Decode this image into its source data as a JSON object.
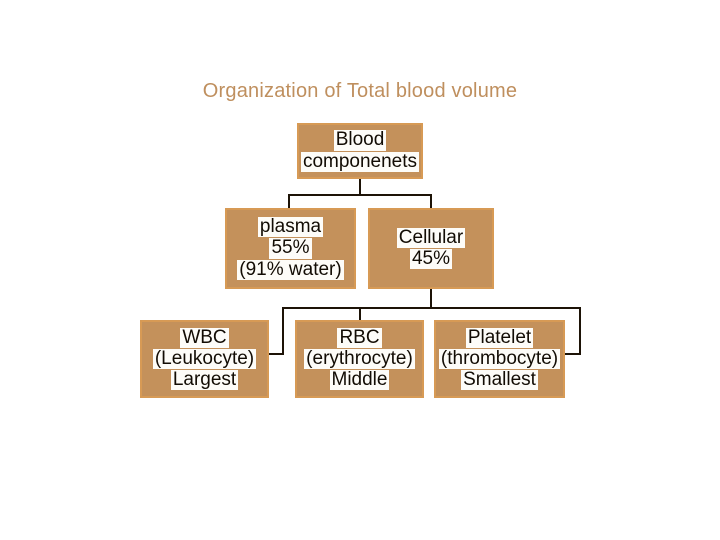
{
  "slide": {
    "title": "Organization of Total blood volume",
    "title_color": "#bf8f5e",
    "background_color": "#ffffff",
    "node_fill_color": "#c4915b",
    "node_border_color": "#d79a55",
    "connector_color": "#1d1307",
    "text_highlight_color": "#fdfcf8",
    "text_color": "#120c04"
  },
  "diagram": {
    "type": "hierarchy-tree",
    "levels": 3,
    "nodes": {
      "root": {
        "name": "blood-components",
        "lines": [
          "Blood",
          "componenets"
        ]
      },
      "plasma": {
        "name": "plasma",
        "lines": [
          "plasma",
          "55%",
          "(91% water)"
        ]
      },
      "cellular": {
        "name": "cellular",
        "lines": [
          "Cellular",
          "45%"
        ]
      },
      "wbc": {
        "name": "wbc",
        "lines": [
          "WBC",
          "(Leukocyte)",
          "Largest"
        ]
      },
      "rbc": {
        "name": "rbc",
        "lines": [
          "RBC",
          "(erythrocyte)",
          "Middle"
        ]
      },
      "platelet": {
        "name": "platelet",
        "lines": [
          "Platelet",
          "(thrombocyte)",
          "Smallest"
        ]
      }
    },
    "edges": [
      {
        "from": "root",
        "to": "plasma"
      },
      {
        "from": "root",
        "to": "cellular"
      },
      {
        "from": "cellular",
        "to": "wbc"
      },
      {
        "from": "cellular",
        "to": "rbc"
      },
      {
        "from": "cellular",
        "to": "platelet"
      }
    ]
  }
}
